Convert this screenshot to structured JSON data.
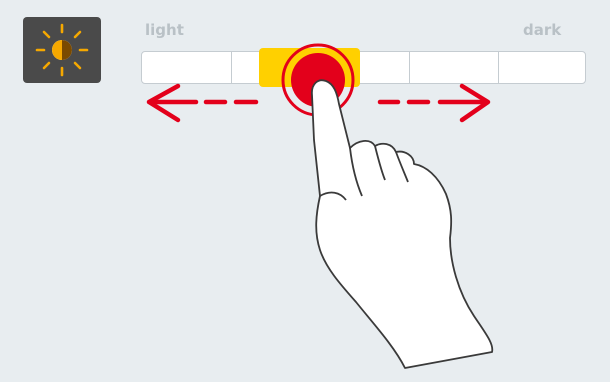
{
  "brightness_control": {
    "icon": "brightness-icon",
    "labels": {
      "light": "light",
      "dark": "dark"
    },
    "segments": 5,
    "selected_segment": 2
  },
  "gesture": {
    "icon": "hand-pointer-icon",
    "direction": "horizontal-swipe",
    "colors": {
      "arrow": "#e3001b",
      "thumb": "#ffd000",
      "icon_sun": "#f5a800",
      "tile": "#4a4a4a"
    }
  }
}
